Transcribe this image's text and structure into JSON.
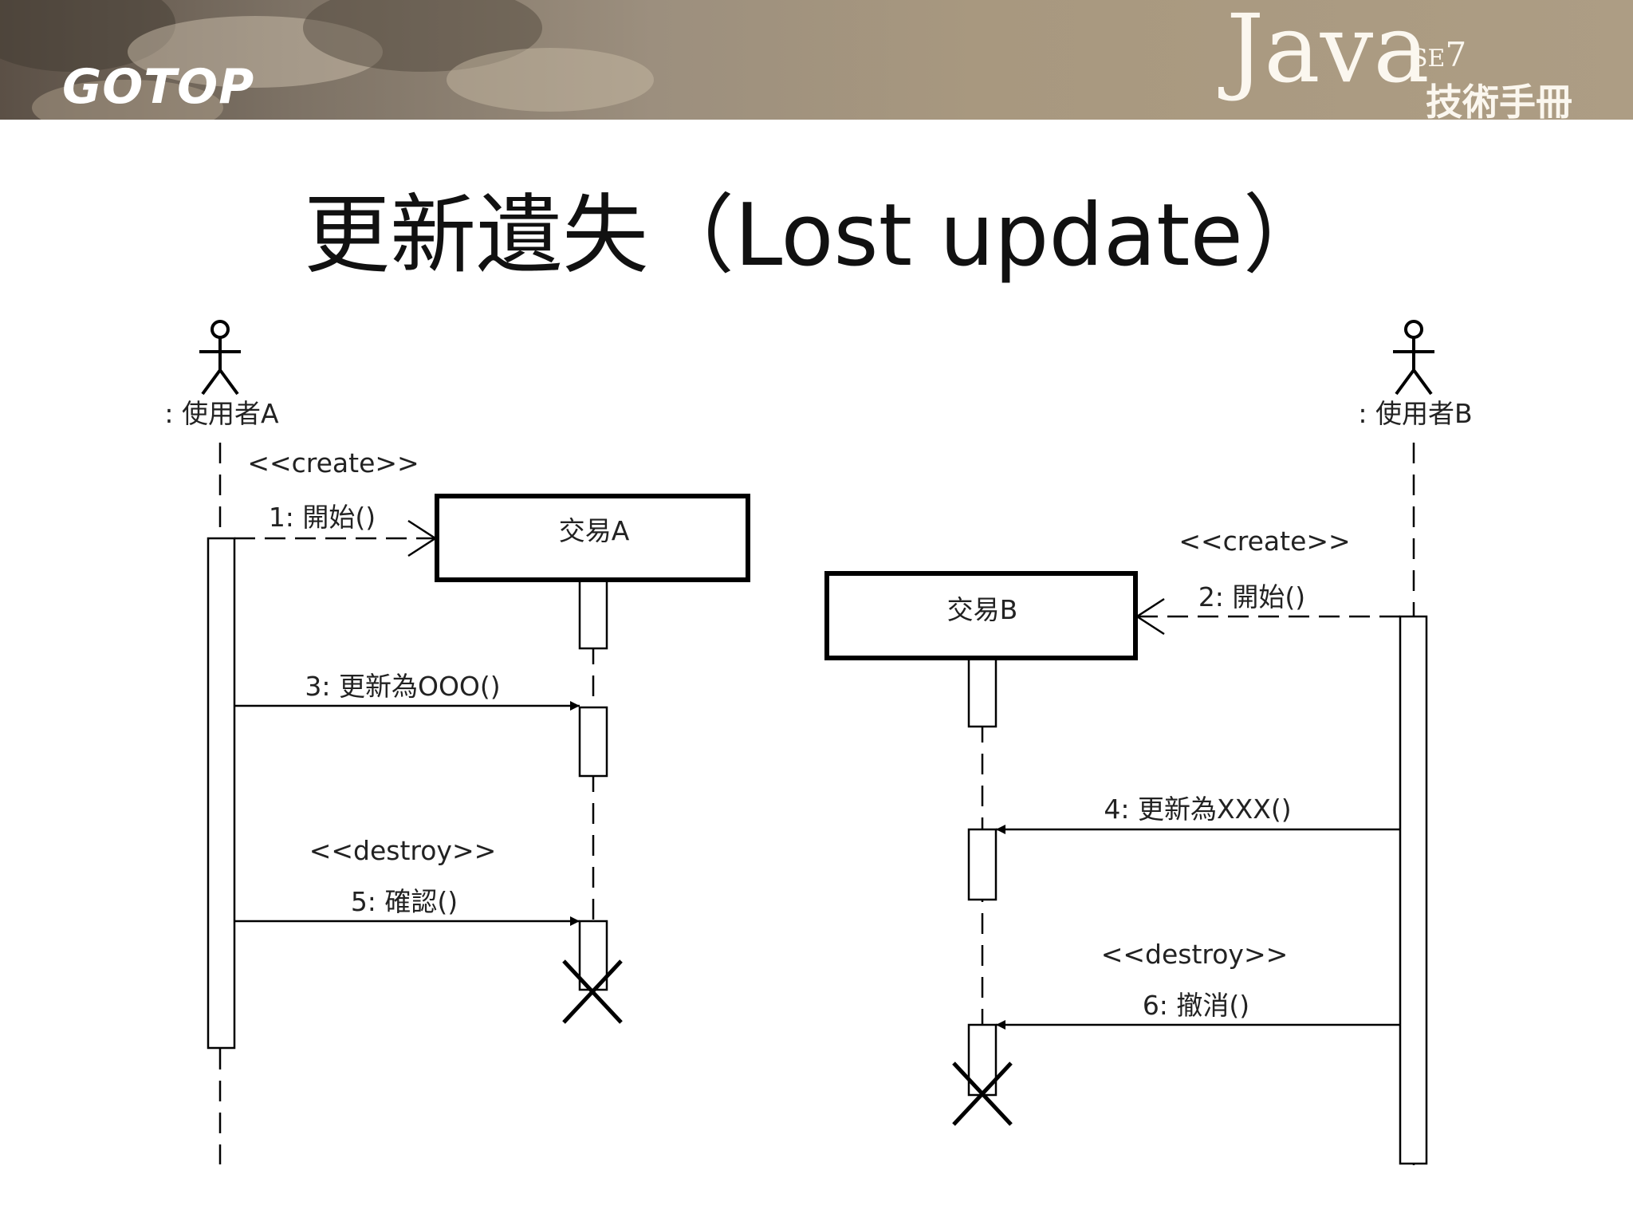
{
  "header": {
    "publisher": "GOTOP",
    "book_java": "Java",
    "book_se": "SE",
    "book_version": "7",
    "book_subtitle": "技術手冊"
  },
  "title": "更新遺失（Lost update）",
  "diagram": {
    "actors": [
      {
        "label": ": 使用者A"
      },
      {
        "label": ": 使用者B"
      }
    ],
    "objects": [
      {
        "label": "交易A"
      },
      {
        "label": "交易B"
      }
    ],
    "messages": [
      {
        "stereotype": "<<create>>",
        "label": "1: 開始()"
      },
      {
        "stereotype": "<<create>>",
        "label": "2: 開始()"
      },
      {
        "stereotype": "",
        "label": "3: 更新為OOO()"
      },
      {
        "stereotype": "",
        "label": "4: 更新為XXX()"
      },
      {
        "stereotype": "<<destroy>>",
        "label": "5: 確認()"
      },
      {
        "stereotype": "<<destroy>>",
        "label": "6: 撤消()"
      }
    ]
  }
}
